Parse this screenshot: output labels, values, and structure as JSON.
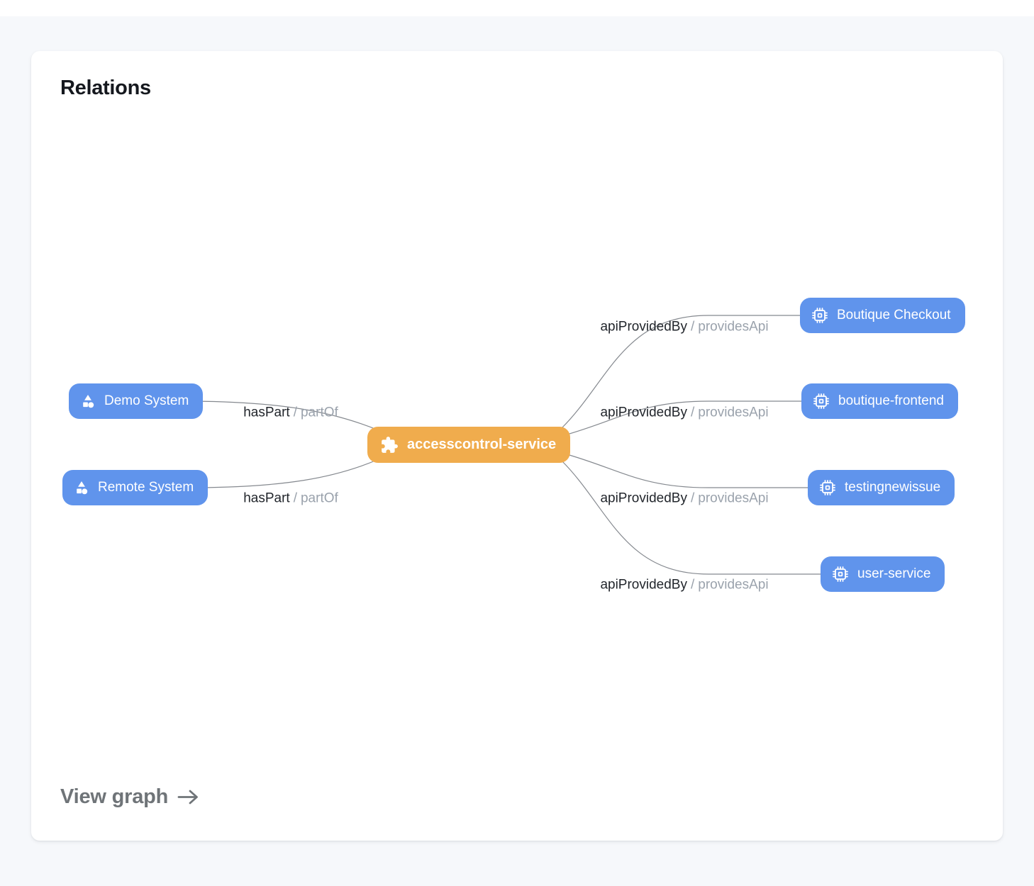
{
  "card": {
    "title": "Relations",
    "footer": {
      "view_graph_label": "View graph"
    }
  },
  "colors": {
    "page_background": "#f6f8fb",
    "card_background": "#ffffff",
    "node_blue": "#6094ec",
    "node_orange": "#f0ac4d",
    "edge_line": "#85898f",
    "edge_label_dark": "#22262c",
    "edge_label_gray": "#9aa2ac",
    "footer_gray": "#6f7478"
  },
  "graph": {
    "center_node": {
      "label": "accesscontrol-service",
      "icon": "puzzle-icon",
      "color": "#f0ac4d"
    },
    "left_nodes": [
      {
        "label": "Demo System",
        "icon": "system-shapes-icon",
        "color": "#6094ec"
      },
      {
        "label": "Remote System",
        "icon": "system-shapes-icon",
        "color": "#6094ec"
      }
    ],
    "right_nodes": [
      {
        "label": "Boutique Checkout",
        "icon": "chip-icon",
        "color": "#6094ec"
      },
      {
        "label": "boutique-frontend",
        "icon": "chip-icon",
        "color": "#6094ec"
      },
      {
        "label": "testingnewissue",
        "icon": "chip-icon",
        "color": "#6094ec"
      },
      {
        "label": "user-service",
        "icon": "chip-icon",
        "color": "#6094ec"
      }
    ],
    "edges": [
      {
        "from": "Demo System",
        "to": "accesscontrol-service",
        "relation": "hasPart",
        "separator": "/",
        "inverse": "partOf"
      },
      {
        "from": "Remote System",
        "to": "accesscontrol-service",
        "relation": "hasPart",
        "separator": "/",
        "inverse": "partOf"
      },
      {
        "from": "accesscontrol-service",
        "to": "Boutique Checkout",
        "relation": "apiProvidedBy",
        "separator": "/",
        "inverse": "providesApi"
      },
      {
        "from": "accesscontrol-service",
        "to": "boutique-frontend",
        "relation": "apiProvidedBy",
        "separator": "/",
        "inverse": "providesApi"
      },
      {
        "from": "accesscontrol-service",
        "to": "testingnewissue",
        "relation": "apiProvidedBy",
        "separator": "/",
        "inverse": "providesApi"
      },
      {
        "from": "accesscontrol-service",
        "to": "user-service",
        "relation": "apiProvidedBy",
        "separator": "/",
        "inverse": "providesApi"
      }
    ]
  }
}
